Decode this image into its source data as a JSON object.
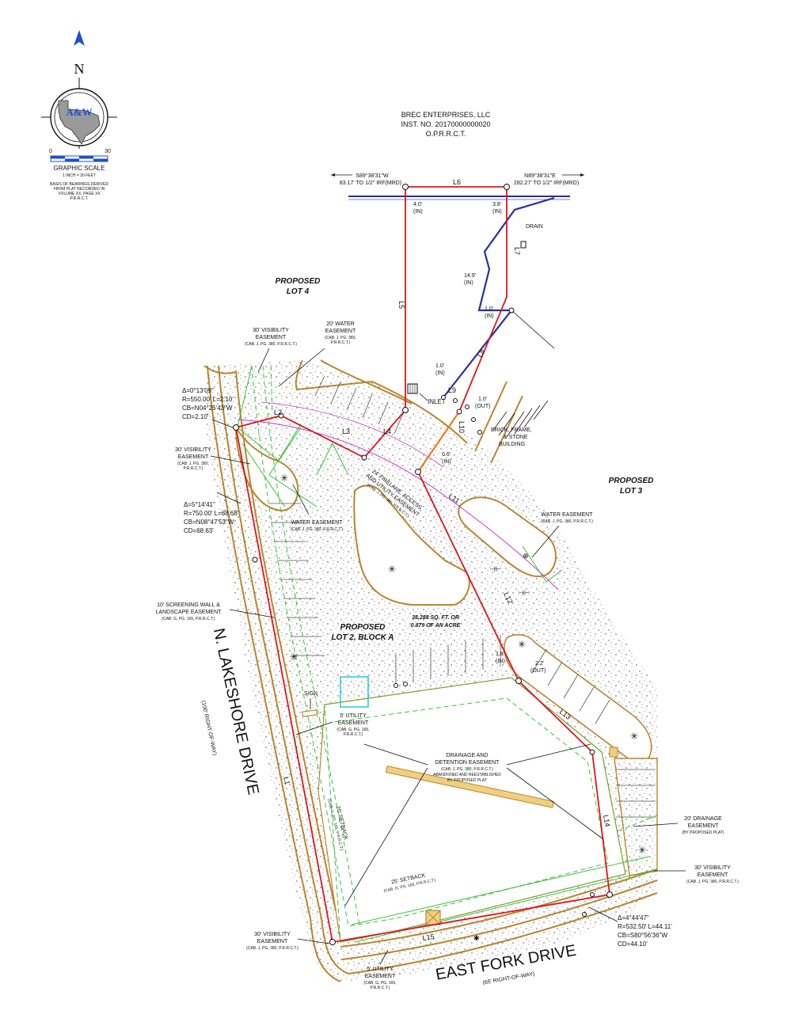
{
  "north": {
    "letter": "N",
    "company": "A&W"
  },
  "graphic_scale": {
    "ticks": [
      "0",
      "30"
    ],
    "title": "GRAPHIC SCALE",
    "unit": "1 INCH = 30 FEET",
    "basis": [
      "BASIS OF BEARINGS DERIVED",
      "FROM PLAT RECORDED IN",
      "VOLUME XX, PAGE XX",
      "P.R.R.C.T."
    ]
  },
  "owner": [
    "BREC ENTERPRISES, LLC",
    "INST. NO. 20170000000020",
    "O.P.R.R.C.T."
  ],
  "bearing_left": [
    "S89°38'31\"W",
    "83.17' TO 1/2\" IRF(MRD)"
  ],
  "bearing_right": [
    "N89°38'31\"E",
    "282.27' TO 1/2\" IRF(MRD)"
  ],
  "lines": [
    "L1",
    "L2",
    "L3",
    "L4",
    "L5",
    "L6",
    "L7",
    "L8",
    "L9",
    "L10",
    "L11",
    "L12",
    "L13",
    "L14",
    "L15"
  ],
  "dims": {
    "d40": [
      "4.0'",
      "(IN)"
    ],
    "d38": [
      "3.8'",
      "(IN)"
    ],
    "d149": [
      "14.9'",
      "(IN)"
    ],
    "d10a": [
      "1.0'",
      "(IN)"
    ],
    "d10b": [
      "1.0'",
      "(IN)"
    ],
    "d10out": [
      "1.0'",
      "(OUT)"
    ],
    "d06": [
      "0.6'",
      "(IN)"
    ],
    "d18": [
      "1.8'",
      "(IN)"
    ],
    "d22": [
      "2.2'",
      "(OUT)"
    ]
  },
  "labels": {
    "drain": "DRAIN",
    "inlet": "INLET",
    "building": [
      "BRICK, FRAME,",
      "& STONE",
      "BUILDING"
    ],
    "lot4": [
      "PROPOSED",
      "LOT 4"
    ],
    "lot3": [
      "PROPOSED",
      "LOT 3"
    ],
    "lot2": [
      "PROPOSED",
      "LOT 2, BLOCK A"
    ],
    "area": [
      "38,288 SQ. FT. OR",
      "0.879 OF AN ACRE"
    ],
    "vis1": [
      "30' VISIBILITY",
      "EASEMENT",
      "(CAB. J, PG. 380, P.R.R.C.T.)"
    ],
    "water20": [
      "20' WATER",
      "EASEMENT",
      "(CAB. J, PG. 380,",
      "P.R.R.C.T.)"
    ],
    "vis2": [
      "30' VISIBILITY",
      "EASEMENT",
      "(CAB. J, PG. 380,",
      "P.R.R.C.T.)"
    ],
    "water_easement": [
      "WATER EASEMENT",
      "(CAB. J, PG. 380, P.R.R.C.T.)"
    ],
    "water_easement_e": [
      "WATER EASEMENT",
      "(CAB. J, PG. 380, P.R.R.C.T.)"
    ],
    "fire": [
      "24' FIRELANE, ACCESS",
      "AND UTILITY EASEMENT",
      "(CAB. J, PG. 380, P.R.R.C.T.)"
    ],
    "screen": [
      "10' SCREENING WALL &",
      "LANDSCAPE EASEMENT",
      "(CAB. G, PG. 165, P.R.R.C.T.)"
    ],
    "sign": "SIGN",
    "util5a": [
      "5' UTILITY",
      "EASEMENT",
      "(CAB. G, PG. 165,",
      "P.R.R.C.T.)"
    ],
    "drainage": [
      "DRAINAGE AND",
      "DETENTION EASEMENT",
      "(CAB. J, PG. 380, P.R.R.C.T.)",
      "ABANDONED AND REESTABLISHED",
      "BY PROPOSED PLAT"
    ],
    "setback20": [
      "20' SETBACK",
      "(CAB. G, PG. 165, P.R.R.C.T.)"
    ],
    "setback25": [
      "25' SETBACK",
      "(CAB. G, PG. 165, P.R.R.C.T.)"
    ],
    "drain20": [
      "20' DRAINAGE",
      "EASEMENT",
      "(BY PROPOSED PLAT)"
    ],
    "vis3": [
      "30' VISIBILITY",
      "EASEMENT",
      "(CAB. J, PG. 380, P.R.R.C.T.)"
    ],
    "vis4": [
      "30' VISIBILITY",
      "EASEMENT",
      "(CAB. J, PG. 380, P.R.R.C.T.)"
    ],
    "util5b": [
      "5' UTILITY",
      "EASEMENT",
      "(CAB. G, PG. 165,",
      "P.R.R.C.T.)"
    ]
  },
  "curves": {
    "c1": [
      "Δ=0°13'09\"",
      "R=550.00' L=2.10'",
      "CB=N04°25'43\"W",
      "CD=2.10'"
    ],
    "c2": [
      "Δ=5°14'41\"",
      "R=750.00' L=68.68'",
      "CB=N08°47'53\"W",
      "CD=68.63'"
    ],
    "c3": [
      "Δ=4°44'47\"",
      "R=532.50' L=44.11'",
      "CB=S80°56'36\"W",
      "CD=44.10'"
    ]
  },
  "streets": {
    "lakeshore": [
      "N. LAKESHORE DRIVE",
      "(100' RIGHT-OF-WAY)"
    ],
    "eastfork": [
      "EAST FORK DRIVE",
      "(65' RIGHT-OF-WAY)"
    ]
  },
  "colors": {
    "boundary": "#e0141b",
    "easement": "#3cc23c",
    "curb": "#b8862e",
    "water_line": "#2b2f9c",
    "firelane": "#c040c8",
    "orange": "#f07a1a",
    "cyan": "#1ec8d8"
  }
}
